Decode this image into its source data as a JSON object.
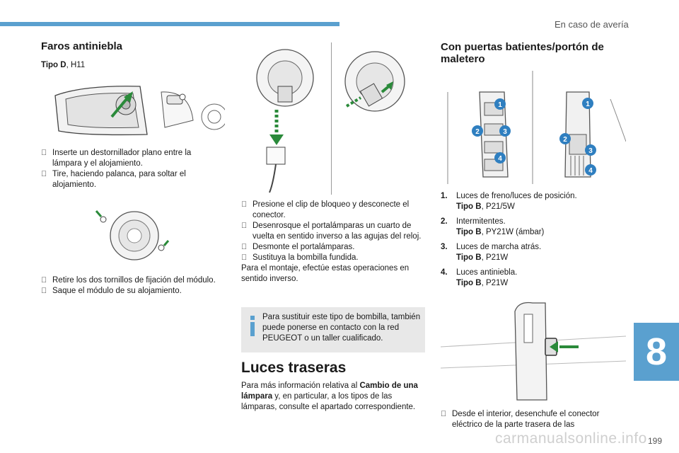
{
  "header": {
    "section": "En caso de avería"
  },
  "left": {
    "title": "Faros antiniebla",
    "tipo_label": "Tipo D",
    "tipo_value": ", H11",
    "steps_a": [
      "Inserte un destornillador plano entre la lámpara y el alojamiento.",
      "Tire, haciendo palanca, para soltar el alojamiento."
    ],
    "steps_b": [
      "Retire los dos tornillos de fijación del módulo.",
      "Saque el módulo de su alojamiento."
    ]
  },
  "middle": {
    "steps": [
      "Presione el clip de bloqueo y desconecte el conector.",
      "Desenrosque el portalámparas un cuarto de vuelta en sentido inverso a las agujas del reloj.",
      "Desmonte el portalámparas.",
      "Sustituya la bombilla fundida."
    ],
    "mount_text": "Para el montaje, efectúe estas operaciones en sentido inverso.",
    "note": "Para sustituir este tipo de bombilla, también puede ponerse en contacto con la red PEUGEOT o un taller cualificado.",
    "rear_title": "Luces traseras",
    "rear_text_1": "Para más información relativa al ",
    "rear_text_bold": "Cambio de una lámpara",
    "rear_text_2": " y, en particular, a los tipos de las lámparas, consulte el apartado correspondiente."
  },
  "right": {
    "title": "Con puertas batientes/portón de maletero",
    "callouts": [
      "1",
      "2",
      "3",
      "4"
    ],
    "items": [
      {
        "num": "1.",
        "label": "Luces de freno/luces de posición.",
        "tipo": "Tipo B",
        "value": ", P21/5W"
      },
      {
        "num": "2.",
        "label": "Intermitentes.",
        "tipo": "Tipo B",
        "value": ", PY21W (ámbar)"
      },
      {
        "num": "3.",
        "label": "Luces de marcha atrás.",
        "tipo": "Tipo B",
        "value": ", P21W"
      },
      {
        "num": "4.",
        "label": "Luces antiniebla.",
        "tipo": "Tipo B",
        "value": ", P21W"
      }
    ],
    "step": "Desde el interior, desenchufe el conector eléctrico de la parte trasera de las"
  },
  "chapter": "8",
  "page_number": "199",
  "watermark": "carmanualsonline.info",
  "colors": {
    "accent": "#5aa0cf",
    "callout": "#2f7fc0",
    "arrow": "#2a8a3a",
    "note_bg": "#e8e8e8"
  },
  "icons": {
    "bullet": "checkbox-bullet-icon",
    "info": "info-icon"
  }
}
